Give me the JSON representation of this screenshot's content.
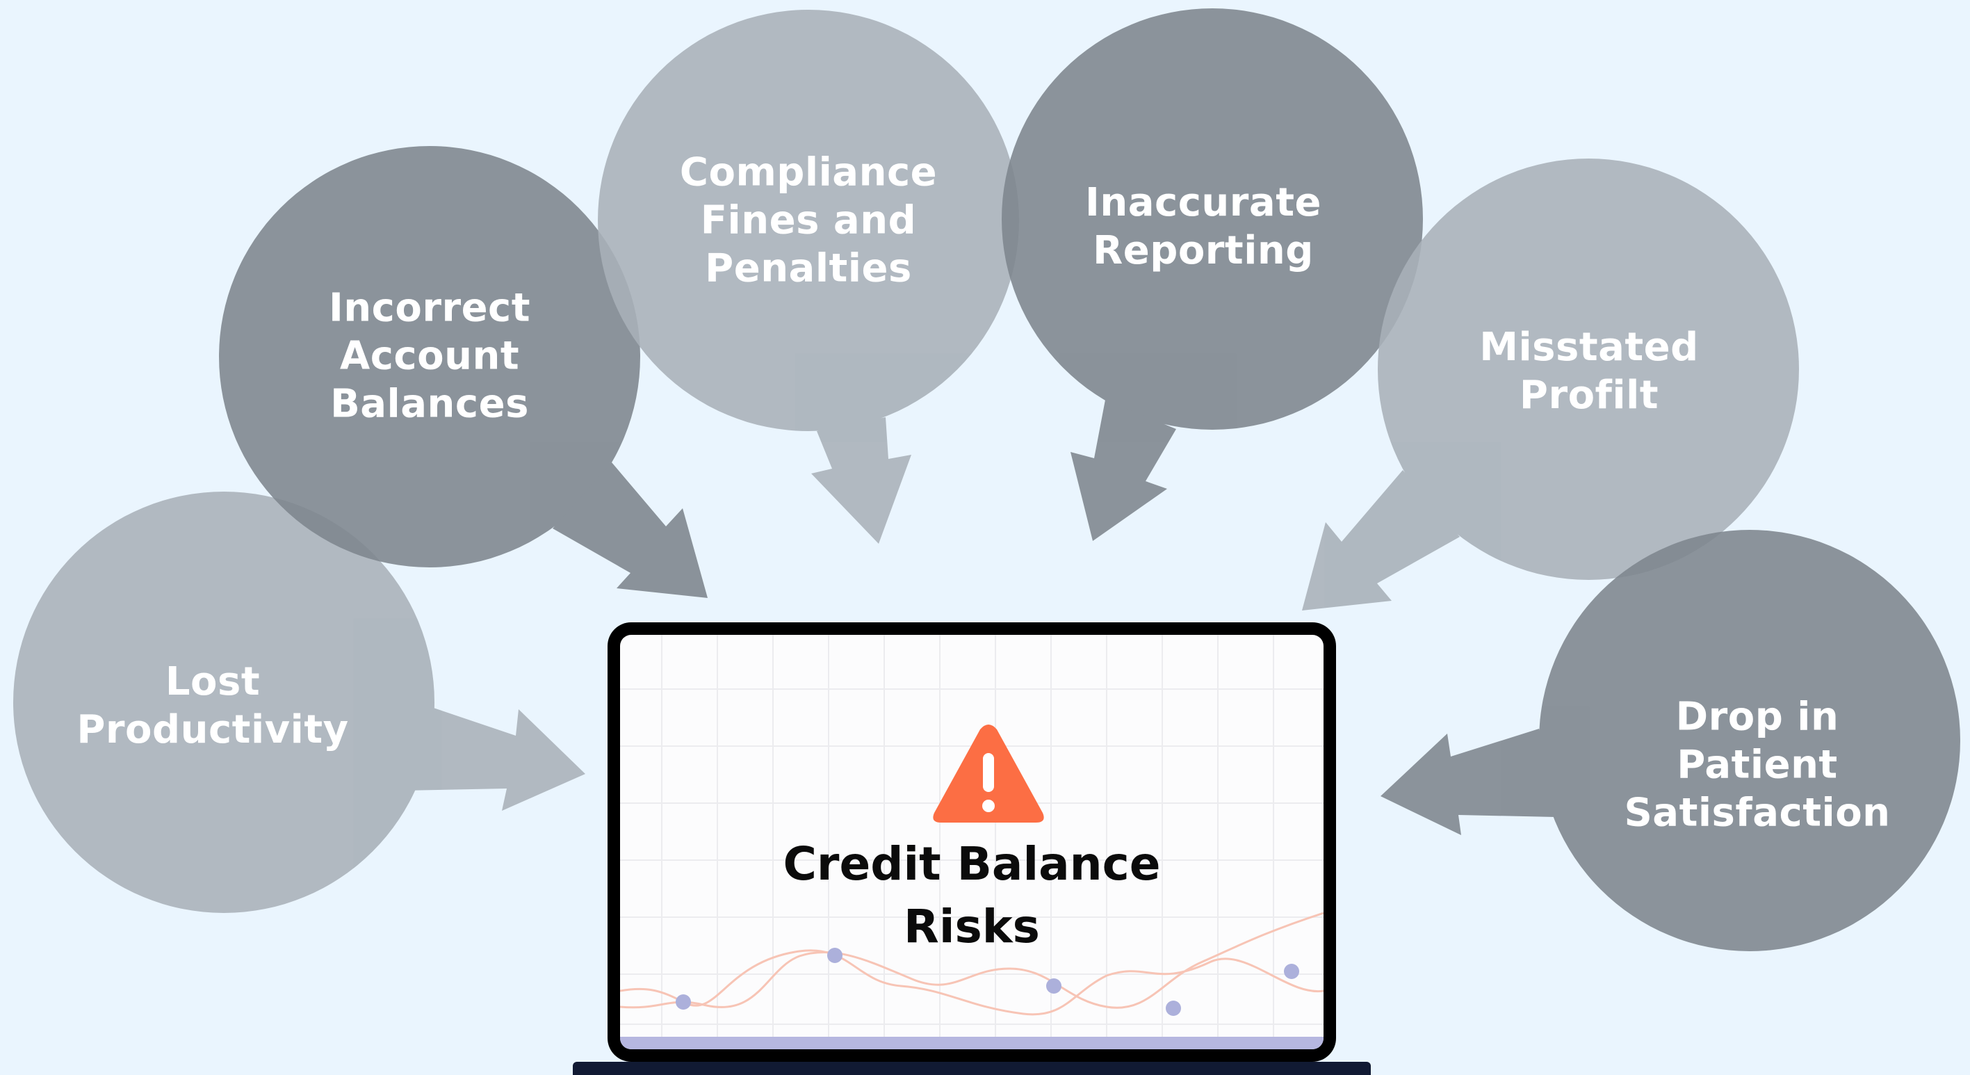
{
  "center": {
    "title": "Credit Balance\nRisks"
  },
  "bubbles": [
    {
      "label": "Lost\nProductivity",
      "tone": "light"
    },
    {
      "label": "Incorrect\nAccount\nBalances",
      "tone": "dark"
    },
    {
      "label": "Compliance\nFines and\nPenalties",
      "tone": "light"
    },
    {
      "label": "Inaccurate\nReporting",
      "tone": "dark"
    },
    {
      "label": "Misstated\nProfilt",
      "tone": "light"
    },
    {
      "label": "Drop in Patient\nSatisfaction",
      "tone": "dark"
    }
  ],
  "colors": {
    "background": "#eaf5fe",
    "bubble_light": "#a8b0b8",
    "bubble_dark": "#7d858d",
    "warning": "#fc6e44",
    "trend_line": "#f7c4b5",
    "trend_dot": "#acb0db"
  },
  "icons": {
    "center": "warning-triangle-icon"
  }
}
